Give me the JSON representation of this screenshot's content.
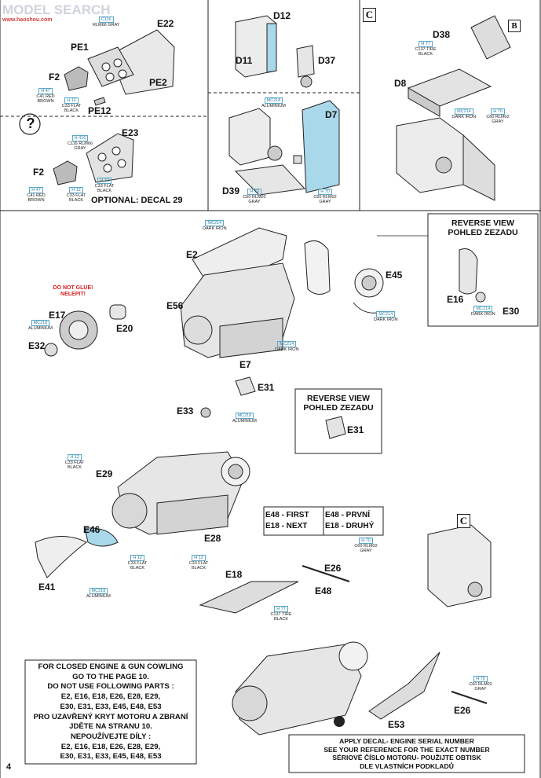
{
  "header": {
    "watermark": "MODEL SEARCH",
    "watermark_sub": "www.haoshou.com"
  },
  "page_number": "4",
  "part_labels": {
    "E22": "E22",
    "PE1": "PE1",
    "F2a": "F2",
    "PE2": "PE2",
    "PE12": "PE12",
    "D12": "D12",
    "D11": "D11",
    "D37": "D37",
    "D38": "D38",
    "D8": "D8",
    "D7": "D7",
    "D39": "D39",
    "E23": "E23",
    "F2b": "F2",
    "E2": "E2",
    "E45": "E45",
    "E56": "E56",
    "E17": "E17",
    "E20": "E20",
    "E32": "E32",
    "E7": "E7",
    "E16": "E16",
    "E30": "E30",
    "E31a": "E31",
    "E33": "E33",
    "E31b": "E31",
    "E29": "E29",
    "E46": "E46",
    "E28": "E28",
    "E41": "E41",
    "E18": "E18",
    "E26a": "E26",
    "E48": "E48",
    "E53": "E53",
    "E26b": "E26"
  },
  "paint_callouts": {
    "c116_a": {
      "code": "C116",
      "name": "RLM66 GRAY"
    },
    "h47_a": {
      "code": "H 47",
      "name": "C41 RED BROWN"
    },
    "h12_a": {
      "code": "H 12",
      "name": "C33 FLAT BLACK"
    },
    "h416": {
      "code": "H 416",
      "name": "C116 RLM66 GRAY"
    },
    "h47_b": {
      "code": "H 47",
      "name": "C41 RED BROWN"
    },
    "h12_b": {
      "code": "H 12",
      "name": "C33 FLAT BLACK"
    },
    "h12_b2": {
      "code": "H 12",
      "name": "C33 FLAT BLACK"
    },
    "mc218_a": {
      "code": "MC218",
      "name": "ALUMINIUM"
    },
    "h70_a": {
      "code": "H 70",
      "name": "C60 RLM02 GRAY"
    },
    "h70_b": {
      "code": "H 70",
      "name": "C60 RLM02 GRAY"
    },
    "h77_a": {
      "code": "H 77",
      "name": "C137 TIRE BLACK"
    },
    "mc214_a": {
      "code": "MC214",
      "name": "DARK IRON"
    },
    "h70_c": {
      "code": "H 70",
      "name": "C60 RLM02 GRAY"
    },
    "mc214_b": {
      "code": "MC214",
      "name": "DARK IRON"
    },
    "mc218_b": {
      "code": "MC218",
      "name": "ALUMINIUM"
    },
    "mc214_c": {
      "code": "MC214",
      "name": "DARK IRON"
    },
    "mc214_d": {
      "code": "MC214",
      "name": "DARK IRON"
    },
    "mc214_e": {
      "code": "MC214",
      "name": "DARK IRON"
    },
    "mc218_c": {
      "code": "MC218",
      "name": "ALUMINIUM"
    },
    "h12_c": {
      "code": "H 12",
      "name": "C33 FLAT BLACK"
    },
    "h12_d": {
      "code": "H 12",
      "name": "C33 FLAT BLACK"
    },
    "h12_e": {
      "code": "H 12",
      "name": "C33 FLAT BLACK"
    },
    "mc218_d": {
      "code": "MC218",
      "name": "ALUMINIUM"
    },
    "h70_d": {
      "code": "H 70",
      "name": "C60 RLM02 GRAY"
    },
    "h77_b": {
      "code": "H 77",
      "name": "C137 TIRE BLACK"
    },
    "h70_e": {
      "code": "H 70",
      "name": "C60 RLM02 GRAY"
    }
  },
  "text": {
    "optional": "OPTIONAL: DECAL 29",
    "question": "?",
    "do_not_glue": "DO NOT GLUE!",
    "nelepit": "NELEPIT!",
    "reverse1_a": "REVERSE VIEW",
    "reverse1_b": "POHLED ZEZADU",
    "reverse2_a": "REVERSE VIEW",
    "reverse2_b": "POHLED ZEZADU",
    "order_1": "E48 - FIRST",
    "order_2": "E18 - NEXT",
    "order_3": "E48 - PRVNÍ",
    "order_4": "E18 - DRUHÝ",
    "ref_c1": "C",
    "ref_b": "B",
    "ref_c2": "C",
    "note_lines": [
      "FOR CLOSED ENGINE & GUN COWLING",
      "GO TO THE PAGE 10.",
      "DO NOT USE FOLLOWING PARTS :",
      "E2, E16, E18, E26, E28, E29,",
      "E30, E31, E33, E45, E48, E53",
      "PRO UZAVŘENÝ KRYT MOTORU A ZBRANÍ",
      "JDĚTE NA STRANU 10.",
      "NEPOUŽÍVEJTE DÍLY :",
      "E2, E16, E18, E26, E28, E29,",
      "E30, E31, E33, E45, E48, E53"
    ],
    "decal_lines": [
      "APPLY DECAL- ENGINE SERIAL NUMBER",
      "SEE YOUR REFERENCE FOR THE EXACT NUMBER",
      "SÉRIOVÉ ČÍSLO MOTORU- POUŽIJTE OBTISK",
      "DLE VLASTNÍCH PODKLADŮ"
    ]
  },
  "colors": {
    "paint_code_border": "#5aa7c7",
    "highlight": "#a8d8ea",
    "line": "#222222"
  }
}
